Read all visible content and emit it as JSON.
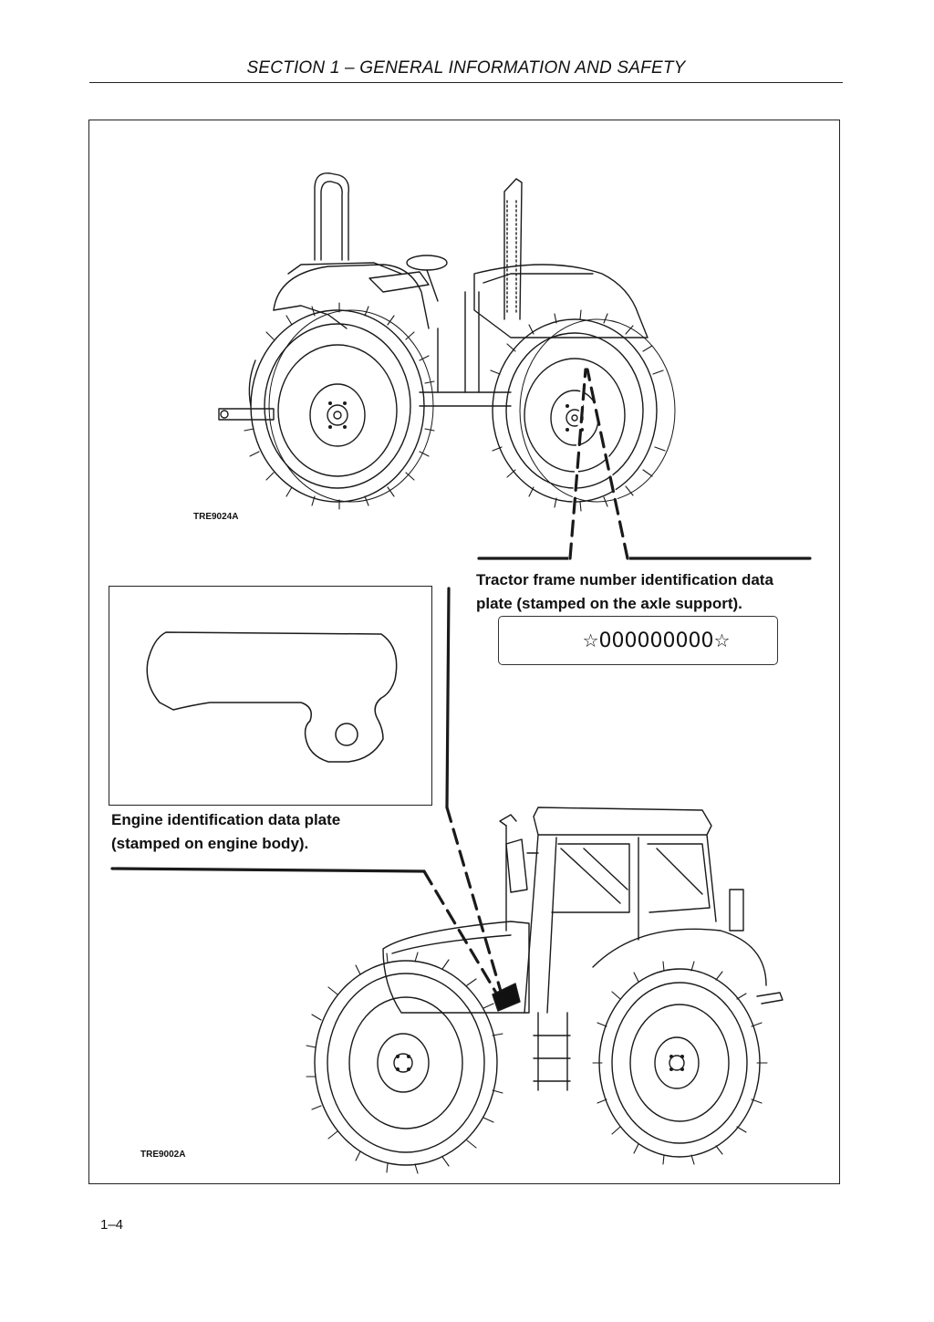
{
  "header": {
    "title": "SECTION 1  – GENERAL INFORMATION AND SAFETY"
  },
  "figures": {
    "top_code": "TRE9024A",
    "bottom_code": "TRE9002A"
  },
  "callouts": {
    "frame_line1": "Tractor frame number identification data",
    "frame_line2": "plate (stamped on the axle support).",
    "frame_plate_value": "000000000",
    "frame_plate_star": "☆",
    "engine_line1": "Engine identification data plate",
    "engine_line2": "(stamped on engine body)."
  },
  "footer": {
    "page_number": "1–4"
  }
}
